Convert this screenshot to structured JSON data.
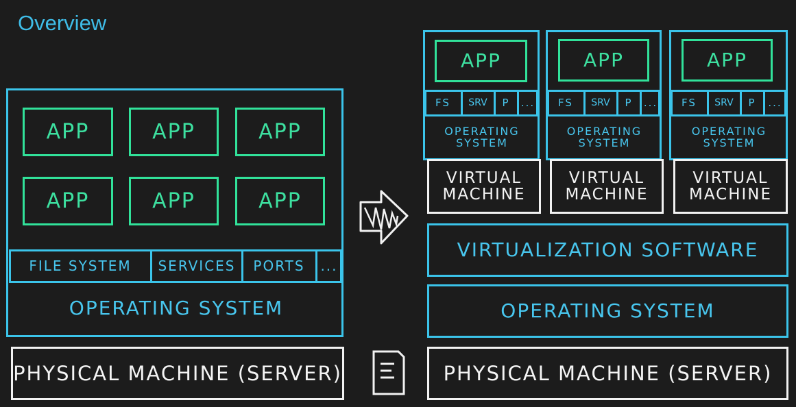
{
  "title": "Overview",
  "left": {
    "apps": [
      "APP",
      "APP",
      "APP",
      "APP",
      "APP",
      "APP"
    ],
    "components": {
      "fs": "FILE SYSTEM",
      "services": "SERVICES",
      "ports": "PORTS",
      "more": "..."
    },
    "os": "OPERATING SYSTEM",
    "hardware": "PHYSICAL MACHINE (SERVER)"
  },
  "right": {
    "vms": [
      {
        "app": "APP",
        "fs": "FS",
        "srv": "SRV",
        "p": "P",
        "more": "...",
        "os": "OPERATING\nSYSTEM",
        "vm": "VIRTUAL\nMACHINE"
      },
      {
        "app": "APP",
        "fs": "FS",
        "srv": "SRV",
        "p": "P",
        "more": "...",
        "os": "OPERATING\nSYSTEM",
        "vm": "VIRTUAL\nMACHINE"
      },
      {
        "app": "APP",
        "fs": "FS",
        "srv": "SRV",
        "p": "P",
        "more": "...",
        "os": "OPERATING\nSYSTEM",
        "vm": "VIRTUAL\nMACHINE"
      }
    ],
    "virtualization": "VIRTUALIZATION SOFTWARE",
    "os": "OPERATING SYSTEM",
    "hardware": "PHYSICAL MACHINE (SERVER)"
  },
  "icons": {
    "transform": "arrow-right-icon",
    "document": "document-icon"
  },
  "colors": {
    "background": "#1c1c1c",
    "blue": "#3bc4ea",
    "green": "#31e29a",
    "white": "#f2f2f2"
  }
}
